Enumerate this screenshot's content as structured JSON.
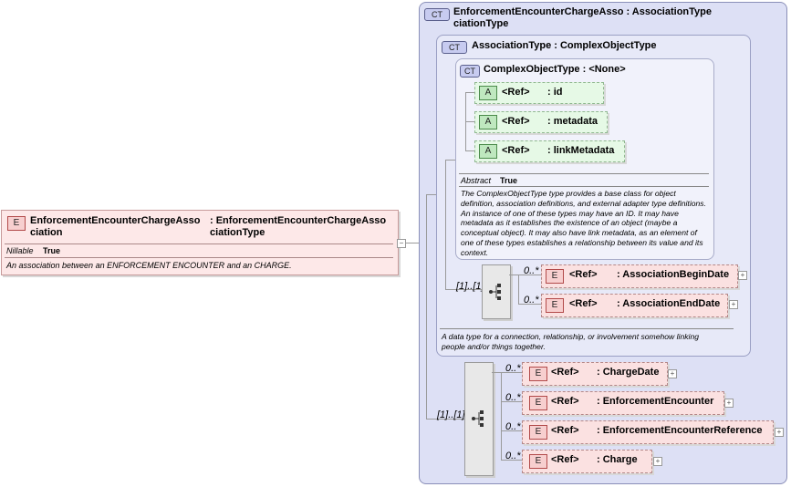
{
  "root": {
    "badge": "E",
    "name": "EnforcementEncounterChargeAsso ciation",
    "type": ": EnforcementEncounterChargeAsso ciationType",
    "prop_label": "Nillable",
    "prop_value": "True",
    "doc": "An association between an ENFORCEMENT ENCOUNTER and an CHARGE."
  },
  "outer": {
    "badge": "CT",
    "title_line1": "EnforcementEncounterChargeAsso : AssociationType",
    "title_line2": "ciationType"
  },
  "assoc": {
    "badge": "CT",
    "title": "AssociationType : ComplexObjectType",
    "doc": "A data type for a connection, relationship, or involvement somehow linking people and/or things together.",
    "seq_mult": "[1]..[1]",
    "elements": [
      {
        "badge": "E",
        "ref": "<Ref>",
        "name": ": AssociationBeginDate",
        "occ": "0..*"
      },
      {
        "badge": "E",
        "ref": "<Ref>",
        "name": ": AssociationEndDate",
        "occ": "0..*"
      }
    ]
  },
  "cot": {
    "badge": "CT",
    "title": "ComplexObjectType : <None>",
    "attributes": [
      {
        "badge": "A",
        "ref": "<Ref>",
        "name": ": id"
      },
      {
        "badge": "A",
        "ref": "<Ref>",
        "name": ": metadata"
      },
      {
        "badge": "A",
        "ref": "<Ref>",
        "name": ": linkMetadata"
      }
    ],
    "prop_label": "Abstract",
    "prop_value": "True",
    "doc": "The ComplexObjectType type provides a base class for object definition, association definitions, and external adapter type definitions. An instance of one of these types may have an ID. It may have metadata as it establishes the existence of an object (maybe a conceptual object). It may also have link metadata, as an element of one of these types establishes a relationship between its value and its context."
  },
  "main_seq": {
    "mult": "[1]..[1]",
    "elements": [
      {
        "badge": "E",
        "ref": "<Ref>",
        "name": ": ChargeDate",
        "occ": "0..*"
      },
      {
        "badge": "E",
        "ref": "<Ref>",
        "name": ": EnforcementEncounter",
        "occ": "0..*"
      },
      {
        "badge": "E",
        "ref": "<Ref>",
        "name": ": EnforcementEncounterReference",
        "occ": "0..*"
      },
      {
        "badge": "E",
        "ref": "<Ref>",
        "name": ": Charge",
        "occ": "0..*"
      }
    ]
  },
  "icons": {
    "plus": "+",
    "minus": "−",
    "sequence": "sequence-icon"
  }
}
